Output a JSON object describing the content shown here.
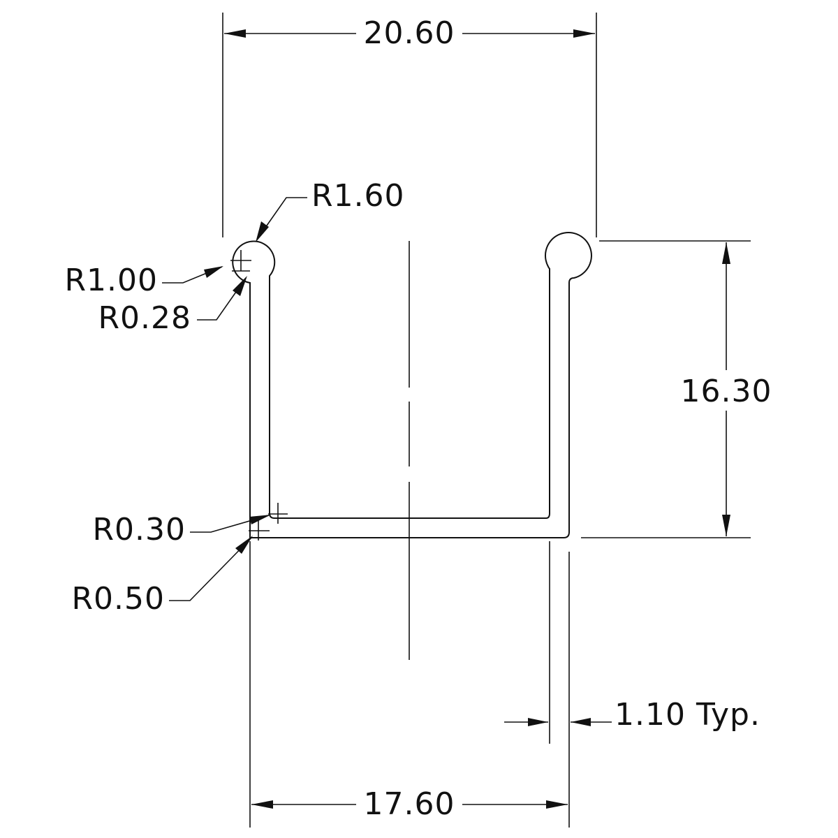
{
  "dimensions": {
    "overall_width": "20.60",
    "bottom_width": "17.60",
    "height": "16.30",
    "thickness": "1.10 Typ."
  },
  "radii": {
    "r1_60": "R1.60",
    "r1_00": "R1.00",
    "r0_28": "R0.28",
    "r0_30": "R0.30",
    "r0_50": "R0.50"
  }
}
